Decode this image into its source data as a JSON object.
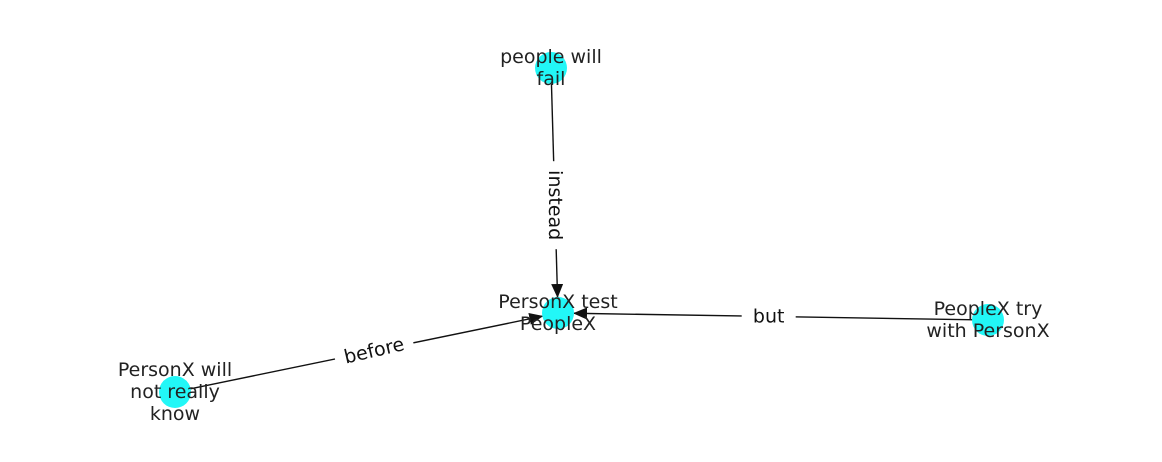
{
  "colors": {
    "node_fill": "#22f7f7",
    "edge": "#111111",
    "label_bg": "#ffffff"
  },
  "nodes": [
    {
      "id": "center",
      "lines": [
        "PersonX test",
        "PeopleX"
      ]
    },
    {
      "id": "top",
      "lines": [
        "people will",
        "fail"
      ]
    },
    {
      "id": "left",
      "lines": [
        "PersonX will",
        "not really",
        "know"
      ]
    },
    {
      "id": "right",
      "lines": [
        "PeopleX try",
        "with PersonX"
      ]
    }
  ],
  "edges": [
    {
      "from": "top",
      "to": "center",
      "label": "instead"
    },
    {
      "from": "left",
      "to": "center",
      "label": "before"
    },
    {
      "from": "right",
      "to": "center",
      "label": "but"
    }
  ]
}
